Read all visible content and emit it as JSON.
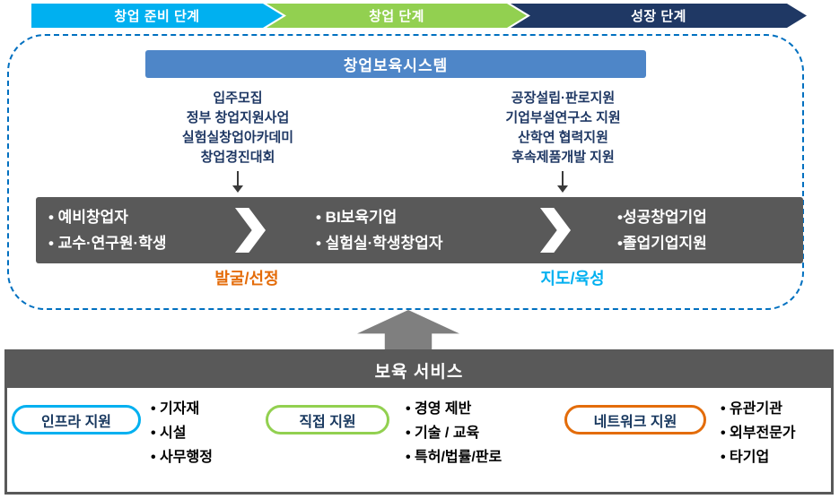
{
  "stages": [
    {
      "label": "창업 준비 단계",
      "color": "#00B0F0"
    },
    {
      "label": "창업 단계",
      "color": "#92D050"
    },
    {
      "label": "성장 단계",
      "color": "#1F3864"
    }
  ],
  "incubation": {
    "title": "창업보육시스템",
    "left_programs": [
      "입주모집",
      "정부 창업지원사업",
      "실험실창업아카데미",
      "창업경진대회"
    ],
    "right_programs": [
      "공장설립·판로지원",
      "기업부설연구소 지원",
      "산학연 협력지원",
      "후속제품개발 지원"
    ],
    "pipeline": [
      {
        "lines": [
          "• 예비창업자",
          "• 교수·연구원·학생"
        ]
      },
      {
        "lines": [
          "• BI보육기업",
          "• 실험실·학생창업자"
        ]
      },
      {
        "lines": [
          "•성공창업기업",
          "•졸업기업지원"
        ]
      }
    ],
    "select_label": "발굴/선정",
    "mentor_label": "지도/육성"
  },
  "services": {
    "title": "보육 서비스",
    "groups": [
      {
        "label": "인프라 지원",
        "color": "#00B0F0",
        "items": [
          "• 기자재",
          "• 시설",
          "• 사무행정"
        ]
      },
      {
        "label": "직접 지원",
        "color": "#92D050",
        "items": [
          "• 경영 제반",
          "• 기술 / 교육",
          "• 특허/법률/판로"
        ]
      },
      {
        "label": "네트워크 지원",
        "color": "#E36C0A",
        "items": [
          "• 유관기관",
          "• 외부전문가",
          "• 타기업"
        ]
      }
    ]
  },
  "colors": {
    "system_bar": "#4E86C8",
    "pipeline_bar": "#595959",
    "dashed_border": "#0070C0",
    "select_label": "#E46C0A",
    "mentor_label": "#00B0F0",
    "up_arrow": "#7F7F7F"
  }
}
